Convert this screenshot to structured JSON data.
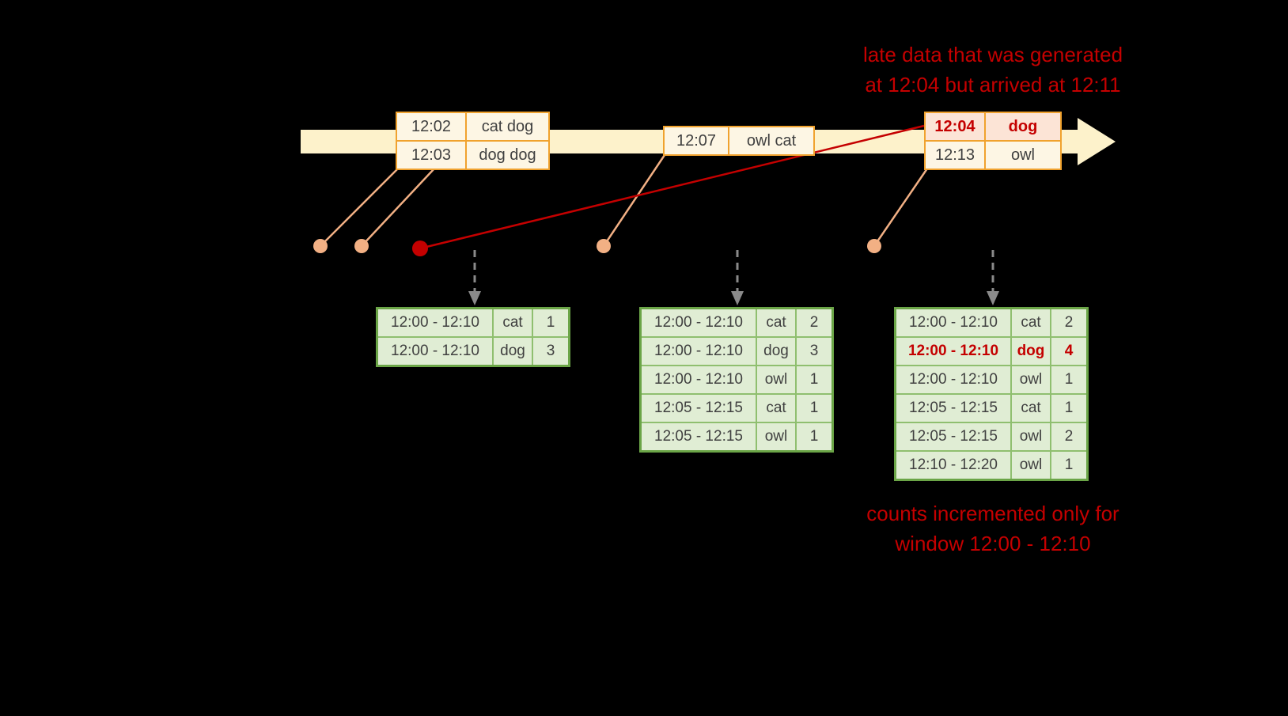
{
  "colors": {
    "background": "#000000",
    "timeline": "#fdf2cb",
    "event-border": "#f0a22e",
    "event-fill": "#fdf6e4",
    "late-fill": "#fce4d6",
    "late-red": "#c40000",
    "connector": "#f2b084",
    "result-outer": "#6ba547",
    "result-grid": "#8fbf6f",
    "result-fill": "#e0edd4",
    "arrow-gray": "#8a8a8a",
    "text-dark": "#404040"
  },
  "annotations": {
    "late_data_line1": "late data that was generated",
    "late_data_line2": "at 12:04 but arrived at 12:11",
    "counts_line1": "counts incremented only for",
    "counts_line2": "window 12:00 - 12:10"
  },
  "event_tables": [
    {
      "rows": [
        {
          "time": "12:02",
          "words": "cat dog"
        },
        {
          "time": "12:03",
          "words": "dog dog"
        }
      ]
    },
    {
      "rows": [
        {
          "time": "12:07",
          "words": "owl cat"
        }
      ]
    },
    {
      "rows": [
        {
          "time": "12:04",
          "words": "dog"
        },
        {
          "time": "12:13",
          "words": "owl"
        }
      ]
    }
  ],
  "result_tables": [
    {
      "rows": [
        {
          "window": "12:00 - 12:10",
          "word": "cat",
          "count": "1"
        },
        {
          "window": "12:00 - 12:10",
          "word": "dog",
          "count": "3"
        }
      ]
    },
    {
      "rows": [
        {
          "window": "12:00 - 12:10",
          "word": "cat",
          "count": "2"
        },
        {
          "window": "12:00 - 12:10",
          "word": "dog",
          "count": "3"
        },
        {
          "window": "12:00 - 12:10",
          "word": "owl",
          "count": "1"
        },
        {
          "window": "12:05 - 12:15",
          "word": "cat",
          "count": "1"
        },
        {
          "window": "12:05 - 12:15",
          "word": "owl",
          "count": "1"
        }
      ]
    },
    {
      "rows": [
        {
          "window": "12:00 - 12:10",
          "word": "cat",
          "count": "2"
        },
        {
          "window": "12:00 - 12:10",
          "word": "dog",
          "count": "4"
        },
        {
          "window": "12:00 - 12:10",
          "word": "owl",
          "count": "1"
        },
        {
          "window": "12:05 - 12:15",
          "word": "cat",
          "count": "1"
        },
        {
          "window": "12:05 - 12:15",
          "word": "owl",
          "count": "2"
        },
        {
          "window": "12:10 - 12:20",
          "word": "owl",
          "count": "1"
        }
      ]
    }
  ]
}
